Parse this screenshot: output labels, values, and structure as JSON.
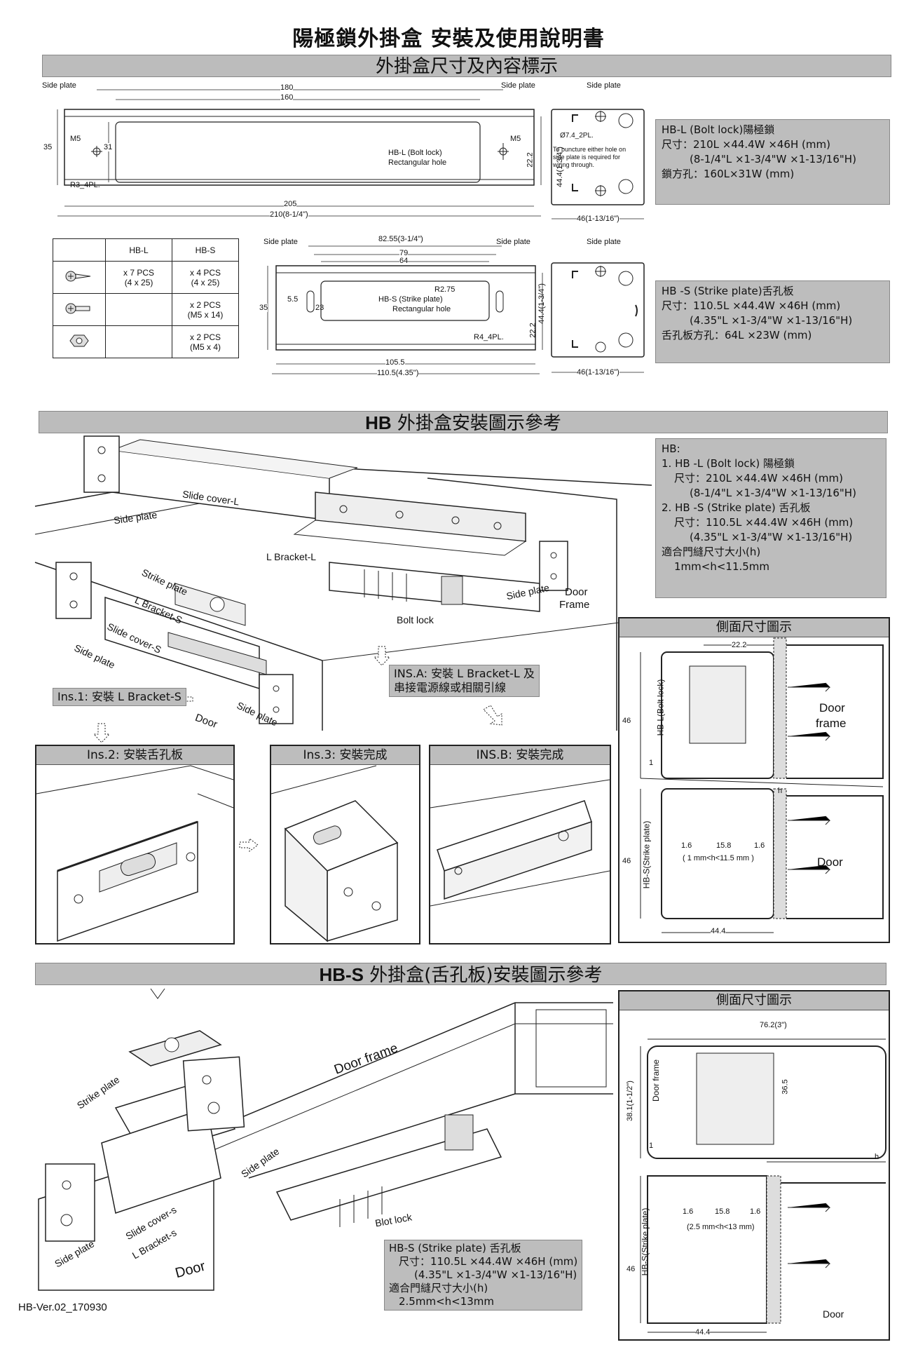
{
  "title": "陽極鎖外掛盒  安裝及使用說明書",
  "section1": {
    "band": "外掛盒尺寸及內容標示",
    "hbl_drawing": {
      "side_plate_left": "Side plate",
      "side_plate_right": "Side plate",
      "side_plate_end": "Side plate",
      "dim_180": "180",
      "dim_160": "160",
      "dim_35": "35",
      "dim_31": "31",
      "m5_left": "M5",
      "m5_right": "M5",
      "r3": "R3_4PL.",
      "hole_label_1": "HB-L (Bolt lock)",
      "hole_label_2": "Rectangular hole",
      "dim_222": "22.2",
      "dim_444": "44.4(1-3/4\")",
      "dim_205": "205",
      "dim_210": "210(8-1/4\")",
      "end_hole": "Ø7.4_2PL.",
      "end_note_1": "To puncture either hole on",
      "end_note_2": "side plate is required for",
      "end_note_3": "wiring through.",
      "end_dim": "46(1-13/16\")"
    },
    "hbl_spec": {
      "line1": "HB-L (Bolt lock)陽極鎖",
      "line2": "尺寸：210L ×44.4W ×46H (mm)",
      "line3": "(8-1/4\"L ×1-3/4\"W ×1-13/16\"H)",
      "line4": "鎖方孔：160L×31W (mm)"
    },
    "parts_table": {
      "col_hbl": "HB-L",
      "col_hbs": "HB-S",
      "row1_hbl_a": "x 7 PCS",
      "row1_hbl_b": "(4 x 25)",
      "row1_hbs_a": "x 4 PCS",
      "row1_hbs_b": "(4 x 25)",
      "row2_hbs_a": "x 2 PCS",
      "row2_hbs_b": "(M5 x 14)",
      "row3_hbs_a": "x 2 PCS",
      "row3_hbs_b": "(M5 x 4)"
    },
    "hbs_drawing": {
      "side_plate_left": "Side plate",
      "side_plate_right": "Side plate",
      "side_plate_end": "Side plate",
      "dim_8255": "82.55(3-1/4\")",
      "dim_79": "79",
      "dim_64": "64",
      "dim_35": "35",
      "dim_55": "5.5",
      "dim_23": "23",
      "r275": "R2.75",
      "hole_label_1": "HB-S (Strike plate)",
      "hole_label_2": "Rectangular hole",
      "r4": "R4_4PL.",
      "dim_222": "22.2",
      "dim_444": "44.4(1-3/4\")",
      "dim_1055": "105.5",
      "dim_1105": "110.5(4.35\")",
      "end_dim": "46(1-13/16\")"
    },
    "hbs_spec": {
      "line1": "HB -S (Strike plate)舌孔板",
      "line2": "尺寸：110.5L ×44.4W ×46H (mm)",
      "line3": "(4.35\"L ×1-3/4\"W ×1-13/16\"H)",
      "line4": "舌孔板方孔：64L ×23W (mm)"
    }
  },
  "section2": {
    "band_bold": "HB",
    "band_rest": " 外掛盒安裝圖示參考",
    "labels": {
      "slide_cover_l": "Slide cover-L",
      "side_plate_1": "Side plate",
      "l_bracket_l": "L Bracket-L",
      "strike_plate": "Strike plate",
      "l_bracket_s": "L Bracket-S",
      "slide_cover_s": "Slide cover-S",
      "side_plate_2": "Side plate",
      "side_plate_3": "Side plate",
      "side_plate_4": "Side plate",
      "bolt_lock": "Bolt lock",
      "door_frame_1": "Door",
      "door_frame_2": "Frame",
      "door": "Door"
    },
    "ins1": "Ins.1: 安裝 L Bracket-S",
    "insA_1": "INS.A: 安裝  L Bracket-L 及",
    "insA_2": "串接電源線或相關引線",
    "ins2": "Ins.2: 安裝舌孔板",
    "ins3": "Ins.3: 安裝完成",
    "insB": "INS.B: 安裝完成",
    "spec": {
      "line0": "HB:",
      "line1": "1. HB -L (Bolt lock) 陽極鎖",
      "line2": "尺寸：210L ×44.4W ×46H (mm)",
      "line3": "(8-1/4\"L ×1-3/4\"W ×1-13/16\"H)",
      "line4": "2. HB -S (Strike plate) 舌孔板",
      "line5": "尺寸：110.5L ×44.4W ×46H (mm)",
      "line6": "(4.35\"L ×1-3/4\"W ×1-13/16\"H)",
      "line7": "適合門縫尺寸大小(h)",
      "line8": "1mm<h<11.5mm"
    },
    "side_panel": {
      "head": "側面尺寸圖示",
      "dim_222": "22.2",
      "label_bolt": "HB-L(Bolt lock)",
      "dim_46a": "46",
      "dim_1": "1",
      "door_frame_1": "Door",
      "door_frame_2": "frame",
      "h": "h",
      "label_strike": "HB-S(Strike plate)",
      "dim_46b": "46",
      "dim_16a": "1.6",
      "dim_158": "15.8",
      "dim_16b": "1.6",
      "gap": "( 1 mm<h<11.5 mm )",
      "door": "Door",
      "dim_444": "44.4"
    }
  },
  "section3": {
    "band_bold": "HB-S",
    "band_rest": " 外掛盒(舌孔板)安裝圖示參考",
    "labels": {
      "door_frame": "Door frame",
      "strike_plate": "Strike plate",
      "side_plate_1": "Side plate",
      "side_plate_2": "Side plate",
      "slide_cover_s": "Slide cover-s",
      "l_bracket_s": "L Bracket-s",
      "blot_lock": "Blot lock",
      "door": "Door"
    },
    "callout": {
      "line1": "HB-S (Strike plate) 舌孔板",
      "line2": "尺寸：110.5L ×44.4W ×46H (mm)",
      "line3": "(4.35\"L ×1-3/4\"W ×1-13/16\"H)",
      "line4": "適合門縫尺寸大小(h)",
      "line5": "2.5mm<h<13mm"
    },
    "side_panel": {
      "head": "側面尺寸圖示",
      "dim_762": "76.2(3\")",
      "label_frame": "Door frame",
      "dim_381": "38.1(1-1/2\")",
      "dim_365": "36.5",
      "dim_1": "1",
      "h": "h",
      "label_strike": "HB-S(Strike plate)",
      "dim_46": "46",
      "dim_16a": "1.6",
      "dim_158": "15.8",
      "dim_16b": "1.6",
      "gap": "(2.5 mm<h<13 mm)",
      "door": "Door",
      "dim_444": "44.4"
    }
  },
  "footer": "HB-Ver.02_170930"
}
